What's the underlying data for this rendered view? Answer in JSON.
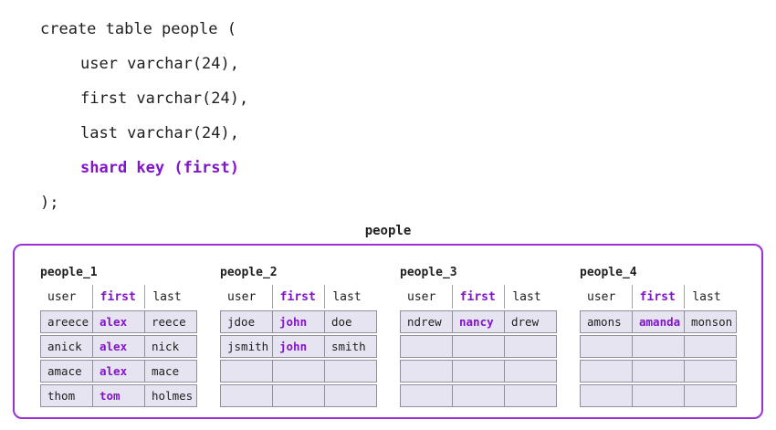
{
  "code": {
    "lines": [
      {
        "text": "create table people (",
        "indent": 0,
        "highlight": false
      },
      {
        "text": "user varchar(24),",
        "indent": 1,
        "highlight": false
      },
      {
        "text": "first varchar(24),",
        "indent": 1,
        "highlight": false
      },
      {
        "text": "last varchar(24),",
        "indent": 1,
        "highlight": false
      },
      {
        "text": "shard key (first)",
        "indent": 1,
        "highlight": true
      },
      {
        "text": ");",
        "indent": 0,
        "highlight": false
      }
    ]
  },
  "diagram": {
    "group_title": "people",
    "columns": [
      "user",
      "first",
      "last"
    ],
    "shard_column": "first",
    "colors": {
      "accent_text": "#8214c9",
      "box_border": "#9b30d9",
      "row_fill": "#e6e4f1",
      "cell_border": "#90909c",
      "header_separator": "#a2a2ad",
      "ink": "#1e1e1e"
    },
    "tables": [
      {
        "name": "people_1",
        "rows": [
          [
            "areece",
            "alex",
            "reece"
          ],
          [
            "anick",
            "alex",
            "nick"
          ],
          [
            "amace",
            "alex",
            "mace"
          ],
          [
            "thom",
            "tom",
            "holmes"
          ]
        ]
      },
      {
        "name": "people_2",
        "rows": [
          [
            "jdoe",
            "john",
            "doe"
          ],
          [
            "jsmith",
            "john",
            "smith"
          ],
          [
            "",
            "",
            ""
          ],
          [
            "",
            "",
            ""
          ]
        ]
      },
      {
        "name": "people_3",
        "rows": [
          [
            "ndrew",
            "nancy",
            "drew"
          ],
          [
            "",
            "",
            ""
          ],
          [
            "",
            "",
            ""
          ],
          [
            "",
            "",
            ""
          ]
        ]
      },
      {
        "name": "people_4",
        "rows": [
          [
            "amons",
            "amanda",
            "monson"
          ],
          [
            "",
            "",
            ""
          ],
          [
            "",
            "",
            ""
          ],
          [
            "",
            "",
            ""
          ]
        ]
      }
    ]
  }
}
